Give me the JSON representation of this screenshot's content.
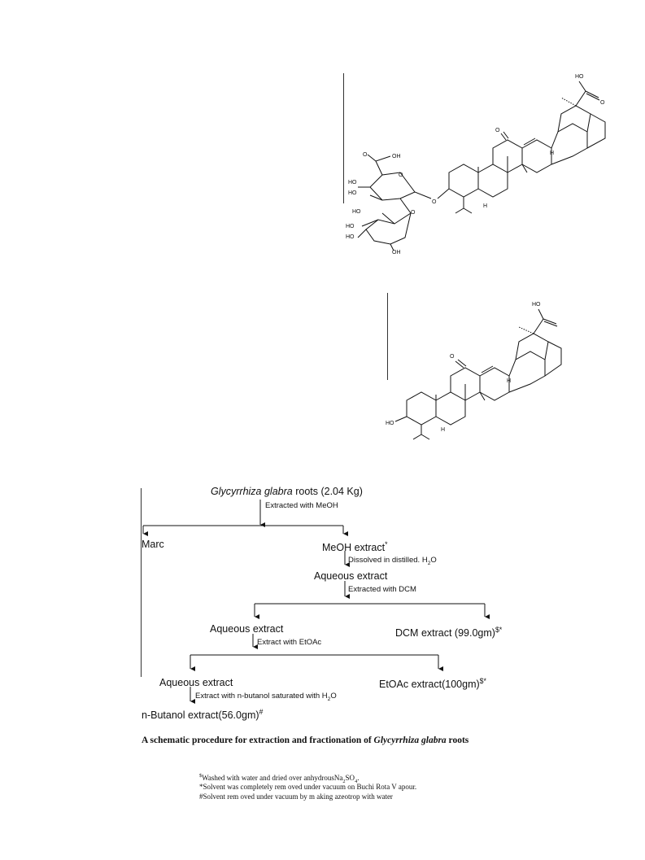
{
  "structures": [
    {
      "atoms": {
        "ho_top": "HO",
        "o_keto": "O",
        "h_de": "H",
        "h_a": "H",
        "cooh_o": "O",
        "cooh_oh": "OH",
        "sugar_ho1": "HO",
        "sugar_ho2": "HO",
        "ring_o": "O",
        "link_o": "O",
        "sugar2_ho0": "HO",
        "sugar2_o": "O",
        "sugar2_ho1": "HO",
        "sugar2_ho2": "HO",
        "sugar2_oh": "OH"
      }
    },
    {
      "atoms": {
        "ho_top": "HO",
        "o_keto": "O",
        "h_de": "H",
        "h_a": "H",
        "ho_3": "HO"
      }
    }
  ],
  "flowchart": {
    "root_italic": "Glycyrrhiza glabra",
    "root_rest": " roots (2.04 Kg)",
    "step1": "Extracted with MeOH",
    "marc": "Marc",
    "meoh": "MeOH extract",
    "meoh_sup": "*",
    "step2_a": "Dissolved in distilled. H",
    "step2_sub": "2",
    "step2_b": "O",
    "aqueous1": "Aqueous extract",
    "step3": "Extracted with DCM",
    "aqueous2": "Aqueous extract",
    "dcm": "DCM extract (99.0gm)",
    "dcm_sup": "$*",
    "step4": "Extract with EtOAc",
    "aqueous3": "Aqueous extract",
    "etoac": "EtOAc extract(100gm)",
    "etoac_sup": "$*",
    "step5_a": "Extract with n-butanol saturated with H",
    "step5_sub": "2",
    "step5_b": "O",
    "butanol": "n-Butanol extract(56.0gm)",
    "butanol_sup": "#"
  },
  "caption": {
    "prefix": "A schematic procedure for extraction and fractionation of ",
    "italic": "Glycyrrhiza glabra",
    "suffix": " roots"
  },
  "footnotes": {
    "f1_mark": "$",
    "f1_a": "Washed with water and dried over anhydrousNa",
    "f1_sub1": "2",
    "f1_b": "SO",
    "f1_sub2": "4",
    "f1_c": ".",
    "f2": "*Solvent was completely rem oved under vacuum on Buchi Rota V apour.",
    "f3": "#Solvent rem oved under vacuum by m aking azeotrop with water"
  }
}
